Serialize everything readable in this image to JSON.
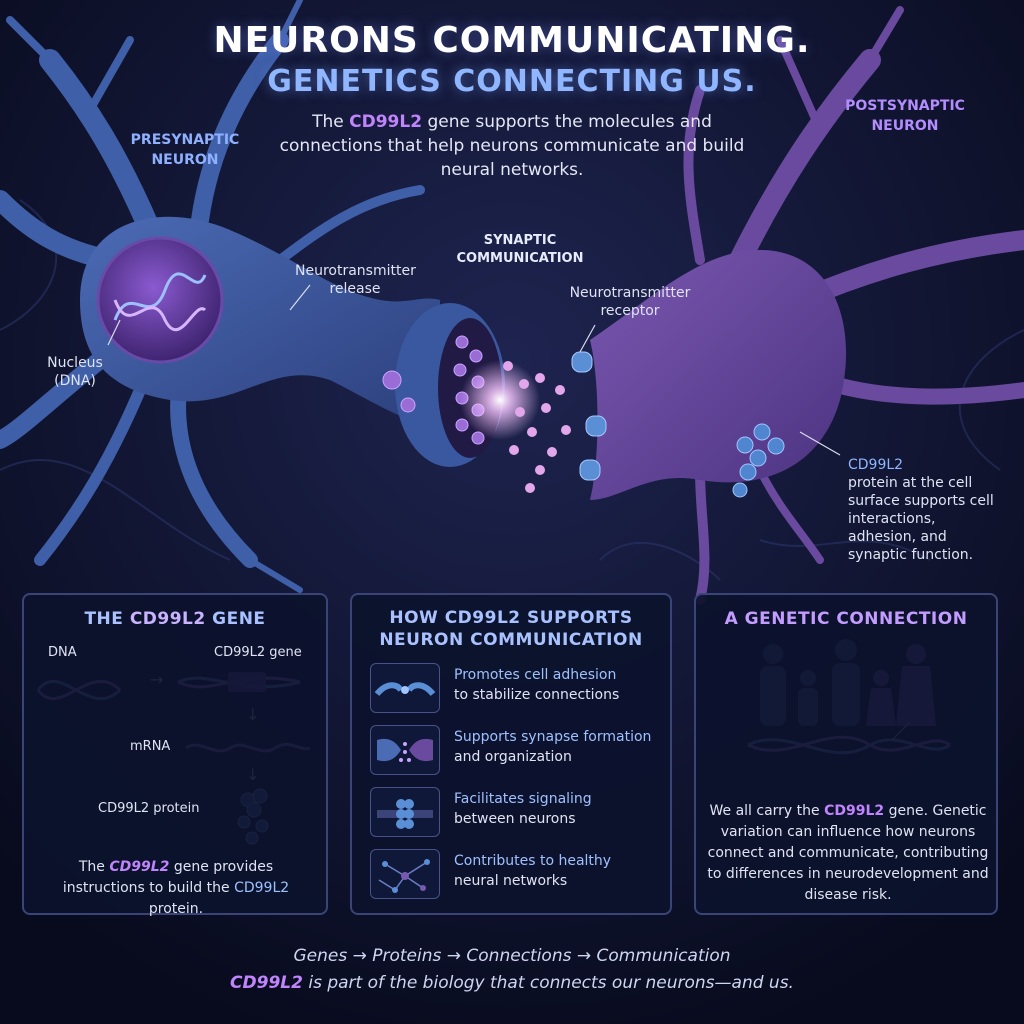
{
  "header": {
    "title_line1": "NEURONS COMMUNICATING.",
    "title_line2": "GENETICS CONNECTING US.",
    "intro_prefix": "The ",
    "intro_gene": "CD99L2",
    "intro_suffix": " gene supports the molecules and connections that help neurons communicate and build neural networks."
  },
  "diagram": {
    "presynaptic_label": "PRESYNAPTIC NEURON",
    "postsynaptic_label": "POSTSYNAPTIC NEURON",
    "synaptic_label": "SYNAPTIC COMMUNICATION",
    "release_label": "Neurotransmitter release",
    "receptor_label": "Neurotransmitter receptor",
    "nucleus_label": "Nucleus (DNA)",
    "cd99l2_label": "CD99L2",
    "cd99l2_desc": "protein at the cell surface supports cell interactions, adhesion, and synaptic function."
  },
  "panel_gene": {
    "title_prefix": "THE ",
    "title_gene": "CD99L2",
    "title_suffix": " GENE",
    "dna_label": "DNA",
    "gene_label": "CD99L2 gene",
    "mrna_label": "mRNA",
    "protein_label": "CD99L2 protein",
    "desc_prefix": "The ",
    "desc_gene": "CD99L2",
    "desc_mid": " gene provides instructions to build the ",
    "desc_protein": "CD99L2",
    "desc_suffix": " protein."
  },
  "panel_support": {
    "title": "HOW CD99L2 SUPPORTS NEURON COMMUNICATION",
    "items": [
      {
        "highlight": "Promotes cell adhesion",
        "rest": "to stabilize connections",
        "icon": "adhesion-icon"
      },
      {
        "highlight": "Supports synapse formation",
        "rest": "and organization",
        "icon": "synapse-icon"
      },
      {
        "highlight": "Facilitates signaling",
        "rest": "between neurons",
        "icon": "signaling-icon"
      },
      {
        "highlight": "Contributes to healthy",
        "rest": "neural networks",
        "icon": "network-icon"
      }
    ]
  },
  "panel_connection": {
    "title": "A GENETIC CONNECTION",
    "desc_prefix": "We all carry the ",
    "desc_gene": "CD99L2",
    "desc_suffix": " gene. Genetic variation can influence how neurons connect and communicate, contributing to differences in neurodevelopment and disease risk."
  },
  "footer": {
    "flow": "Genes → Proteins → Connections → Communication",
    "tag_gene": "CD99L2",
    "tag_rest": " is part of the biology that connects our neurons—and us."
  },
  "colors": {
    "background": "#0b0f24",
    "presynaptic": "#3f5fa8",
    "postsynaptic": "#6a4a9e",
    "accent_purple": "#c084fc",
    "accent_blue": "#8fb6ff"
  }
}
